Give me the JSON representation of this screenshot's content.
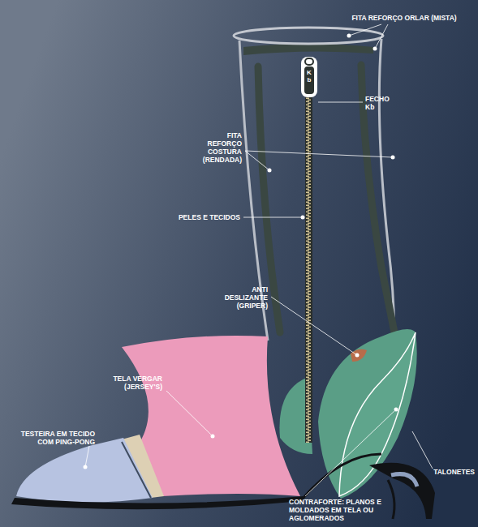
{
  "diagram": {
    "labels": [
      "FITA REFORÇO ORLAR (MISTA)",
      "Kb",
      "FECHO Kb",
      "FITA REFORÇO COSTURA (RENDADA)",
      "PELES E TECIDOS",
      "ANTI DESLIZANTE (GRIPER)",
      "TELA VERGAR (JERSEY'S)",
      "TESTEIRA EM TECIDO COM PING-PONG",
      "TALONETES",
      "CONTRAFORTE: PLANOS E MOLDADOS EM TELA OU AGLOMERADOS"
    ]
  }
}
